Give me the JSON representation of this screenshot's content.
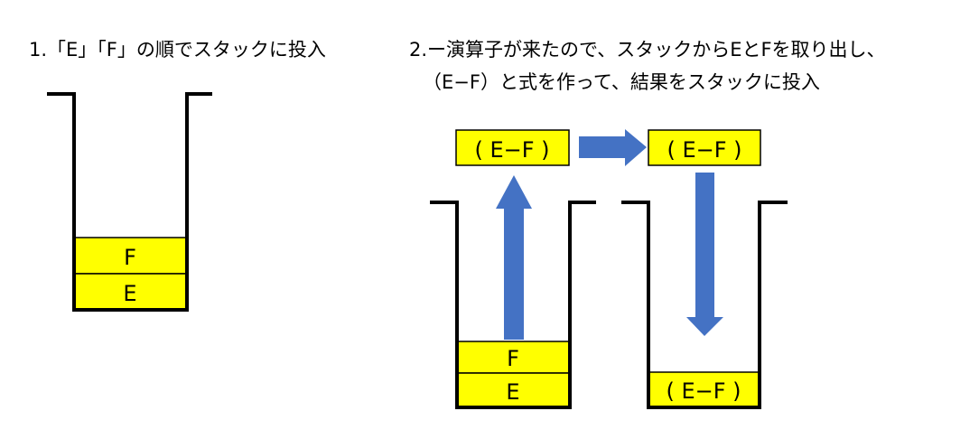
{
  "step1": {
    "caption": "1.「E」「F」の順でスタックに投入",
    "stack": [
      "E",
      "F"
    ]
  },
  "step2": {
    "caption_line1": "2.ー演算子が来たので、スタックからEとFを取り出し、",
    "caption_line2": "（E−F）と式を作って、結果をスタックに投入",
    "popped_stack": [
      "E",
      "F"
    ],
    "expression_box_left": "( E−F )",
    "expression_box_right": "( E−F )",
    "result_stack": [
      "( E−F )"
    ]
  },
  "colors": {
    "cell_fill": "#FFFF00",
    "arrow_fill": "#4472C4",
    "outline": "#000000"
  }
}
